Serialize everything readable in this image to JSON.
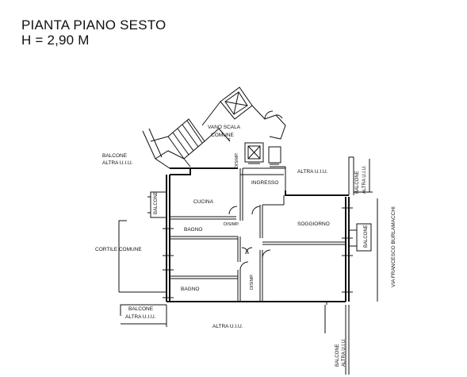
{
  "header": {
    "title": "PIANTA PIANO SESTO",
    "height": "H = 2,90 M"
  },
  "labels": {
    "vano_scala_1": "VANO SCALA",
    "vano_scala_2": "COMUNE",
    "disimp_stair": "DISIMP.",
    "balcone_left_1": "BALCONE",
    "balcone_left_2": "ALTRA U.I.U.",
    "altra_uiu_top": "ALTRA U.I.U.",
    "ingresso": "INGRESSO",
    "cucina": "CUCINA",
    "balcone_kitchen": "BALCONE",
    "bagno_1": "BAGNO",
    "disimp_center": "DISIMP.",
    "soggiorno": "SOGGIORNO",
    "cortile": "CORTILE COMUNE",
    "disimp_lower": "DISIMP.",
    "bagno_2": "BAGNO",
    "balcone_bottom_1": "BALCONE",
    "balcone_bottom_2": "ALTRA U.I.U.",
    "altra_uiu_bottom": "ALTRA U.I.U.",
    "balcone_right_low_1": "BALCONE",
    "balcone_right_low_2": "ALTRA U.I.U.",
    "balcone_right_top_1": "BALCONE",
    "balcone_right_top_2": "ALTRA U.I.U.",
    "balcone_living": "BALCONE",
    "via": "VIA FRANCESCO BURLAMACCHI"
  }
}
